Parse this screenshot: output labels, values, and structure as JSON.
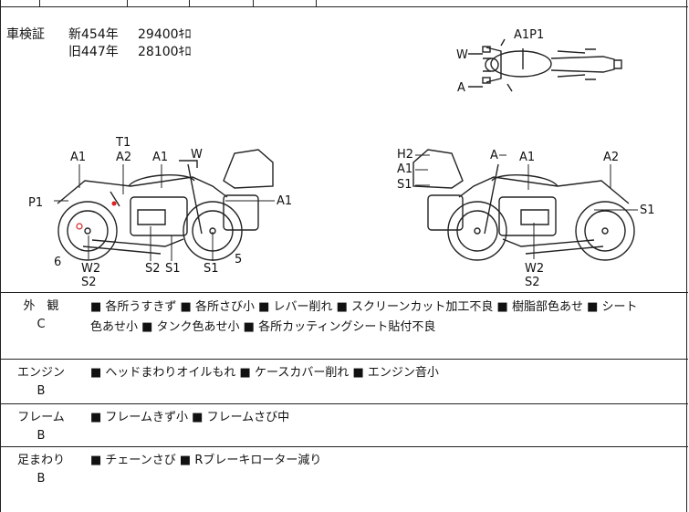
{
  "vehicle_registration": {
    "label": "車検証",
    "new_frame": "新454年",
    "new_price": "29400ｷﾛ",
    "old_frame": "旧447年",
    "old_price": "28100ｷﾛ"
  },
  "diagram_labels": {
    "top_view": [
      "A1P1",
      "W",
      "A"
    ],
    "left_side": [
      "T1",
      "A2",
      "A1",
      "A1",
      "W",
      "P1",
      "A1",
      "6",
      "W2",
      "S2",
      "S2",
      "S1",
      "S1",
      "5"
    ],
    "right_side": [
      "H2",
      "A",
      "A1",
      "A2",
      "A1",
      "S1",
      "S1",
      "W2",
      "S2"
    ]
  },
  "inspection": [
    {
      "category": "外　観",
      "grade": "C",
      "lines": [
        "■ 各所うすきず ■ 各所さび小 ■ レバー削れ ■ スクリーンカット加工不良 ■ 樹脂部色あせ ■ シート",
        "色あせ小 ■ タンク色あせ小 ■ 各所カッティングシート貼付不良"
      ]
    },
    {
      "category": "エンジン",
      "grade": "B",
      "lines": [
        "■ ヘッドまわりオイルもれ ■ ケースカバー削れ ■ エンジン音小"
      ]
    },
    {
      "category": "フレーム",
      "grade": "B",
      "lines": [
        "■ フレームきず小 ■ フレームさび中"
      ]
    },
    {
      "category": "足まわり",
      "grade": "B",
      "lines": [
        "■ チェーンさび ■ Rブレーキローター減り"
      ]
    }
  ]
}
